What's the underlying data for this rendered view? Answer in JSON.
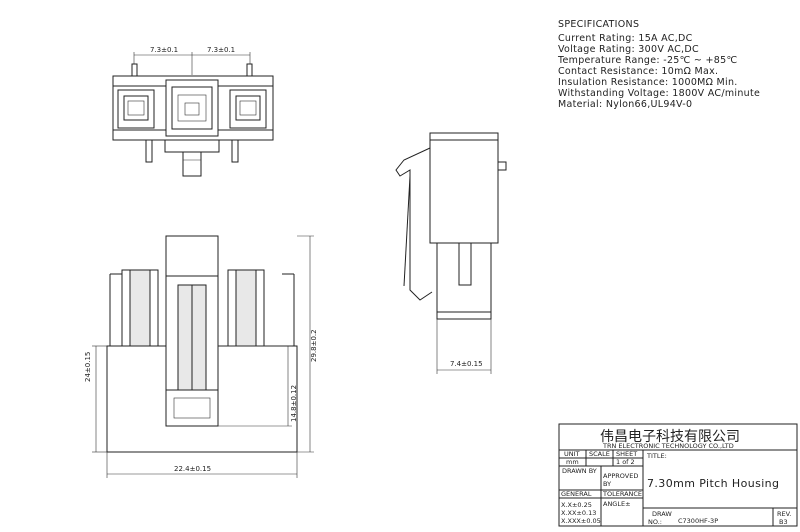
{
  "specifications": {
    "heading": "SPECIFICATIONS",
    "lines": [
      "Current Rating:  15A  AC,DC",
      "Voltage Rating:  300V  AC,DC",
      "Temperature  Range:  -25℃ ~ +85℃",
      "Contact Resistance:  10mΩ  Max.",
      "Insulation Resistance:  1000MΩ  Min.",
      "Withstanding Voltage:  1800V  AC/minute",
      "Material:  Nylon66,UL94V-0"
    ]
  },
  "dimensions": {
    "top_left_pitch": "7.3±0.1",
    "top_right_pitch": "7.3±0.1",
    "side_width": "7.4±0.15",
    "front_height": "24±0.15",
    "front_total_height": "29.8±0.2",
    "front_inner_height": "14.8±0.12",
    "front_width": "22.4±0.15"
  },
  "title_block": {
    "company_cn": "伟昌电子科技有限公司",
    "company_en": "TRN  ELECTRONIC  TECHNOLOGY  CO.,LTD",
    "unit_label": "UNIT",
    "unit_value": "mm",
    "scale_label": "SCALE",
    "sheet_label": "SHEET",
    "sheet_value": "1  of  2",
    "title_label": "TITLE:",
    "drawn_by": "DRAWN  BY",
    "approved": "APPROVED",
    "by": "BY",
    "title_value": "7.30mm  Pitch  Housing",
    "general": "GENERAL",
    "tolerance": "TOLERANCE",
    "angle": "ANGLE±",
    "tol_lines": [
      "X.X±0.25",
      "X.XX±0.13",
      "X.XXX±0.05"
    ],
    "draw_label": "DRAW",
    "no_label": "NO.:",
    "draw_no": "C7300HF-3P",
    "rev_label": "REV.",
    "rev_value": "B3"
  }
}
